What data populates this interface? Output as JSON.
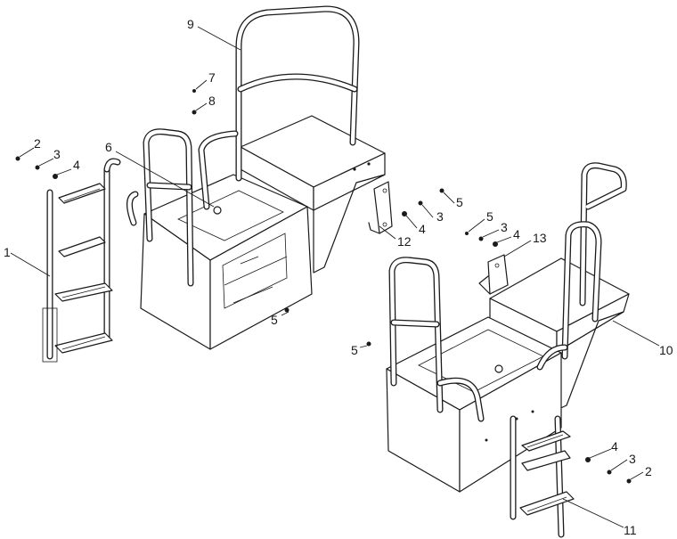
{
  "callouts": [
    {
      "id": "c1",
      "label": "1"
    },
    {
      "id": "c2a",
      "label": "2"
    },
    {
      "id": "c3a",
      "label": "3"
    },
    {
      "id": "c4a",
      "label": "4"
    },
    {
      "id": "c5a",
      "label": "5"
    },
    {
      "id": "c6",
      "label": "6"
    },
    {
      "id": "c7",
      "label": "7"
    },
    {
      "id": "c8",
      "label": "8"
    },
    {
      "id": "c9",
      "label": "9"
    },
    {
      "id": "c5b",
      "label": "5"
    },
    {
      "id": "c3b",
      "label": "3"
    },
    {
      "id": "c4b",
      "label": "4"
    },
    {
      "id": "c12",
      "label": "12"
    },
    {
      "id": "c5c",
      "label": "5"
    },
    {
      "id": "c3c",
      "label": "3"
    },
    {
      "id": "c4c",
      "label": "4"
    },
    {
      "id": "c13",
      "label": "13"
    },
    {
      "id": "c10",
      "label": "10"
    },
    {
      "id": "c5d",
      "label": "5"
    },
    {
      "id": "c4d",
      "label": "4"
    },
    {
      "id": "c3d",
      "label": "3"
    },
    {
      "id": "c2d",
      "label": "2"
    },
    {
      "id": "c11",
      "label": "11"
    }
  ]
}
